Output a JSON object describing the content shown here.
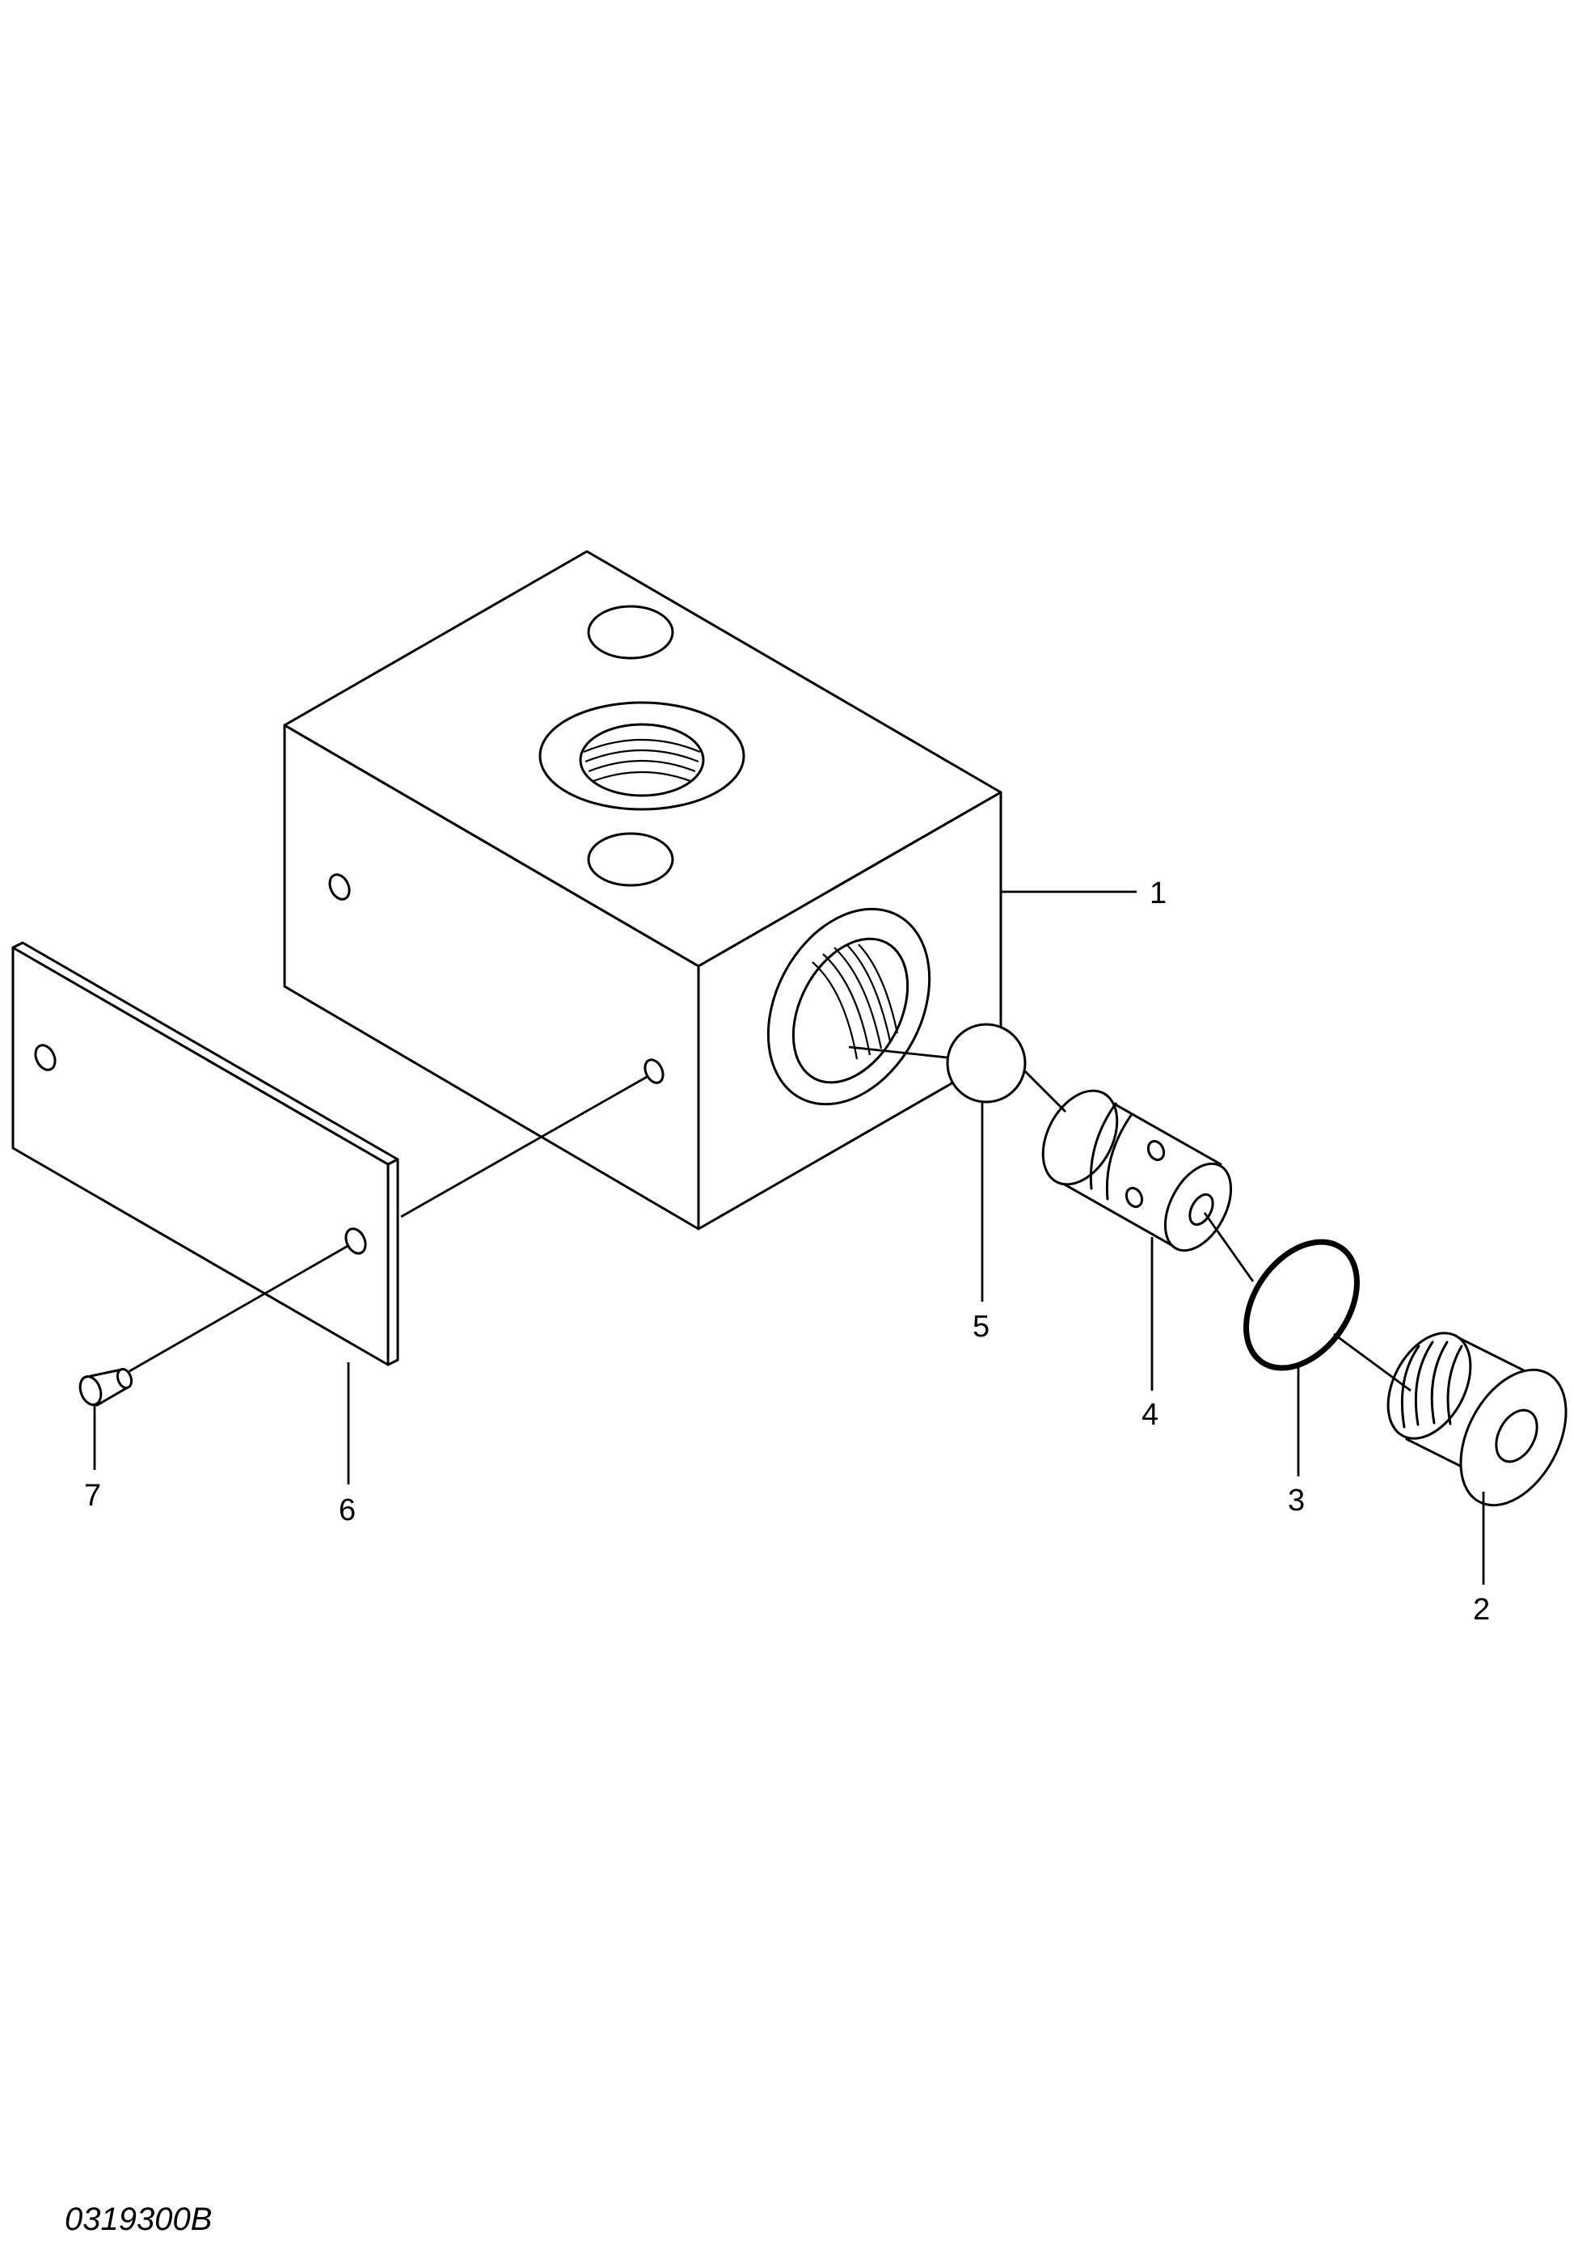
{
  "figure_code": "0319300B",
  "callouts": [
    {
      "id": "1",
      "label": "1"
    },
    {
      "id": "2",
      "label": "2"
    },
    {
      "id": "3",
      "label": "3"
    },
    {
      "id": "4",
      "label": "4"
    },
    {
      "id": "5",
      "label": "5"
    },
    {
      "id": "6",
      "label": "6"
    },
    {
      "id": "7",
      "label": "7"
    }
  ],
  "colors": {
    "ink": "#000000",
    "background": "#ffffff"
  }
}
